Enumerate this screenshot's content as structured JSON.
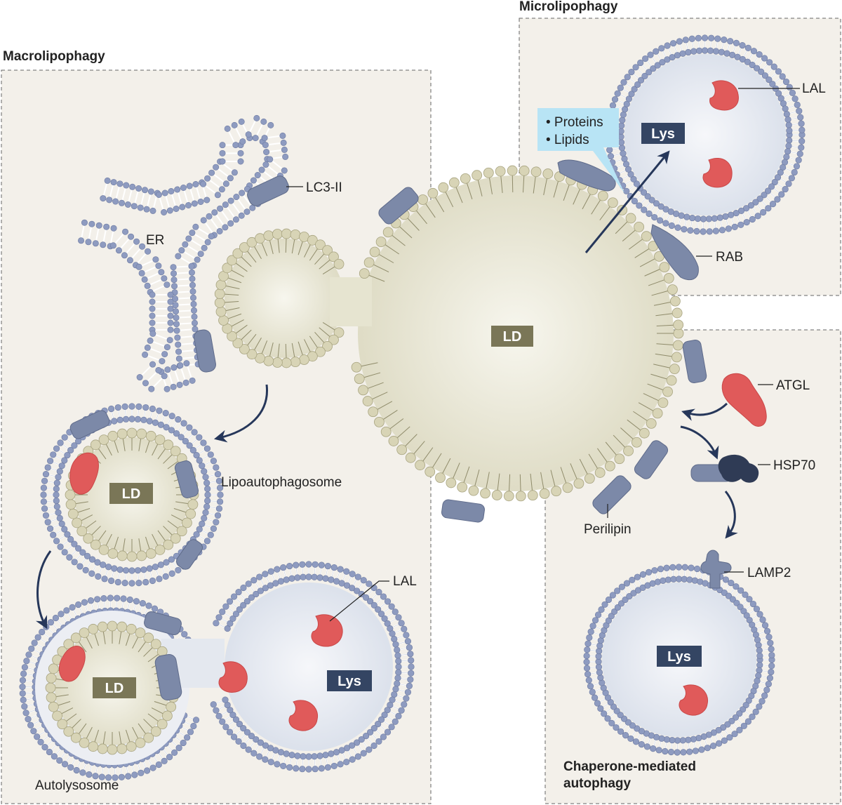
{
  "titles": {
    "macro": "Macrolipophagy",
    "micro": "Microlipophagy",
    "cma_1": "Chaperone-mediated",
    "cma_2": "autophagy"
  },
  "labels": {
    "er": "ER",
    "lc3": "LC3-II",
    "lipoautophagosome": "Lipoautophagosome",
    "autolysosome": "Autolysosome",
    "lal_macro": "LAL",
    "lal_micro": "LAL",
    "rab": "RAB",
    "atgl": "ATGL",
    "hsp70": "HSP70",
    "perilipin": "Perilipin",
    "lamp2": "LAMP2"
  },
  "tags": {
    "ld_main": "LD",
    "ld_phago": "LD",
    "ld_auto": "LD",
    "lys_micro": "Lys",
    "lys_auto": "Lys",
    "lys_cma": "Lys"
  },
  "callout": {
    "item1": "• Proteins",
    "item2": "• Lipids"
  },
  "colors": {
    "panel_bg": "#f3f0ea",
    "lipid_head": "#d8d4b6",
    "bilayer_head": "#8e9bc0",
    "ld_fill": "#e8e6d3",
    "lys_fill": "#e7ebf2",
    "protein_blue": "#7c89a8",
    "enzyme_red": "#e05a5a",
    "hsp70_dark": "#2f3b55",
    "ld_tag": "#7a7657",
    "lys_tag": "#344563",
    "callout": "#b8e4f5",
    "arrow": "#26375a"
  }
}
